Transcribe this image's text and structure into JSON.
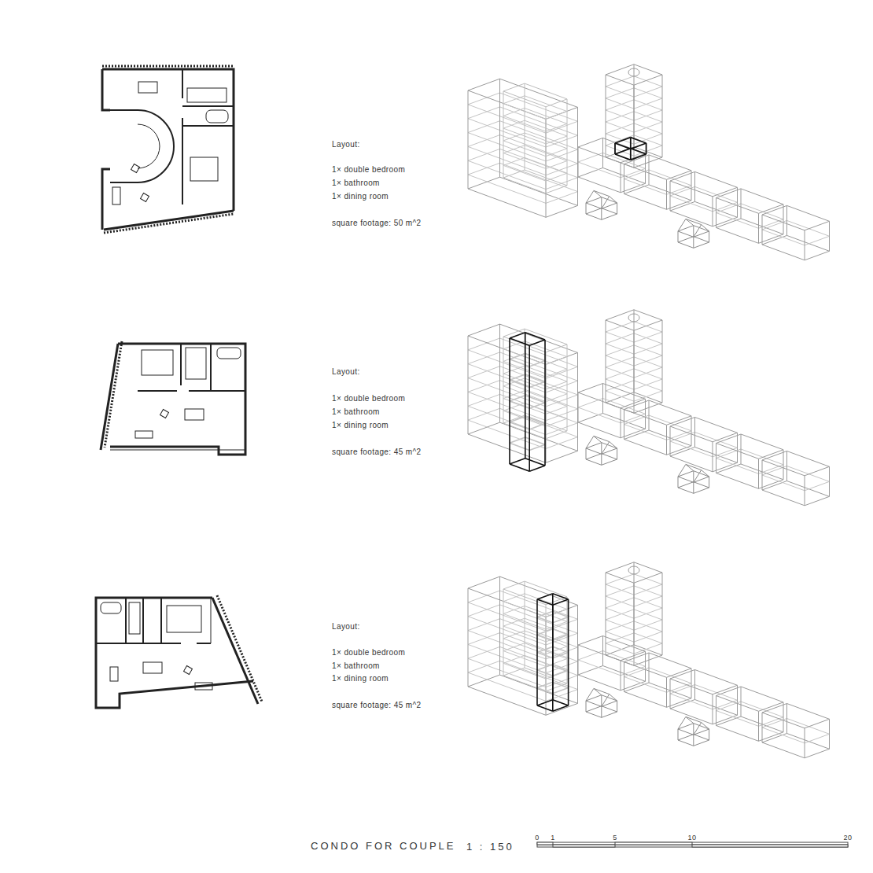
{
  "diagram": {
    "title": "CONDO FOR COUPLE",
    "labels": [
      "Layout:",
      "1× double bedroom",
      "1× bathroom",
      "1× dining room",
      "square footage: 50 m^2",
      "Layout:",
      "1× double bedroom",
      "1× bathroom",
      "1× dining room",
      "square footage: 45 m^2",
      "Layout:",
      "1× double bedroom",
      "1× bathroom",
      "1× dining room",
      "square footage: 45 m^2",
      "1 : 150",
      "0",
      "1",
      "5",
      "10",
      "20"
    ]
  }
}
